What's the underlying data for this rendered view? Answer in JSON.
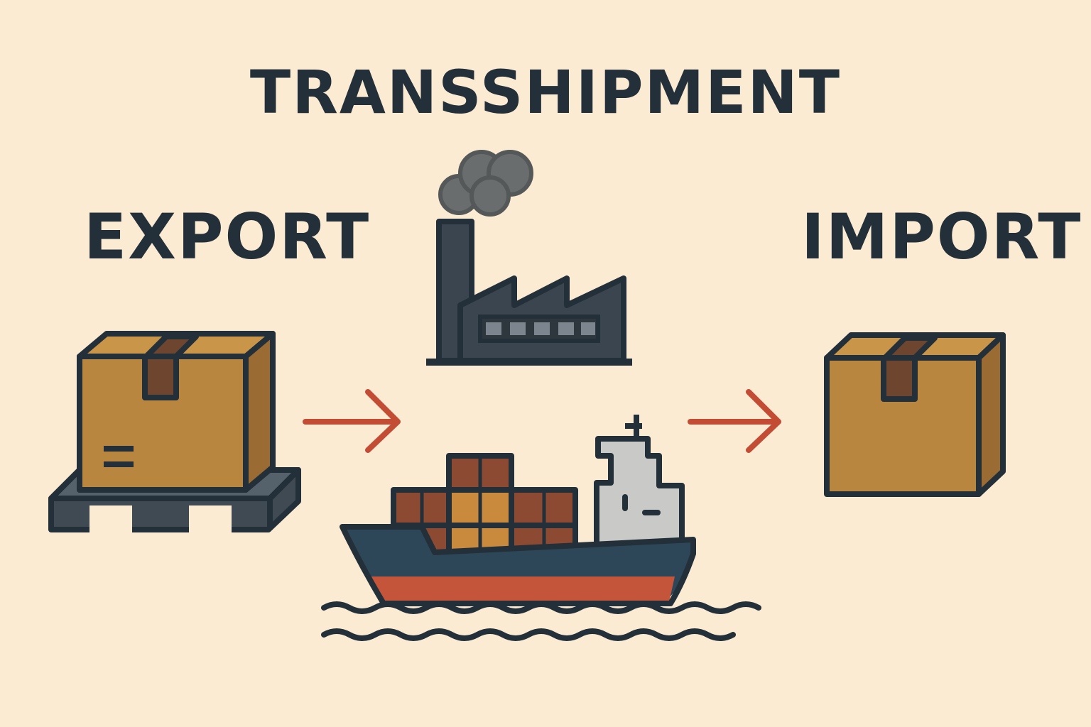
{
  "diagram": {
    "title": "TRANSSHIPMENT",
    "export_label": "EXPORT",
    "import_label": "IMPORT"
  },
  "icons": {
    "export_box": "cardboard-box-on-pallet-icon",
    "factory": "factory-icon",
    "ship": "container-ship-icon",
    "import_box": "cardboard-box-icon",
    "arrow": "arrow-right-icon",
    "waves": "water-waves-icon"
  },
  "colors": {
    "background": "#FCEBD3",
    "text": "#233039",
    "outline": "#233039",
    "box": "#B8863E",
    "box_side": "#9A6C33",
    "tape": "#6E4630",
    "pallet": "#3F4A53",
    "arrow": "#C24C34",
    "factory": "#3B4550",
    "smoke": "#6A6D6E",
    "hull": "#2D4759",
    "hull_bottom": "#C5553A",
    "container_dark": "#8C4A33",
    "container_light": "#C98A3E",
    "bridge": "#C9C9C7"
  }
}
